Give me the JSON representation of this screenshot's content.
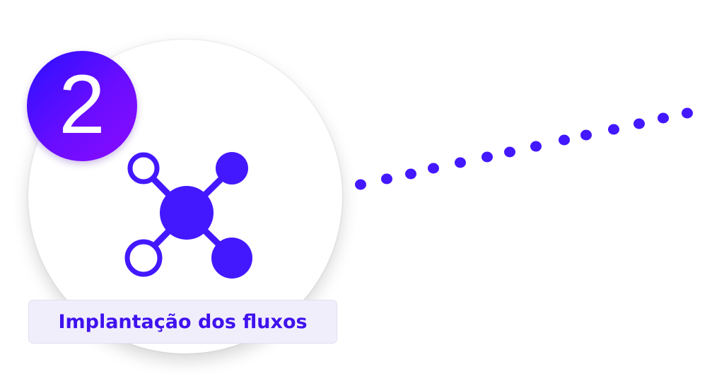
{
  "step": {
    "number": "2",
    "title": "Implantação dos fluxos",
    "icon": "network-nodes-icon"
  },
  "colors": {
    "primary": "#3f12ee",
    "icon": "#4318ff",
    "badge_gradient_start": "#2a10ff",
    "badge_gradient_end": "#8a0cff",
    "label_background": "#f1eefc",
    "connector_dots": "#4318ff"
  },
  "connector": {
    "style": "dotted",
    "dot_count": 14
  }
}
